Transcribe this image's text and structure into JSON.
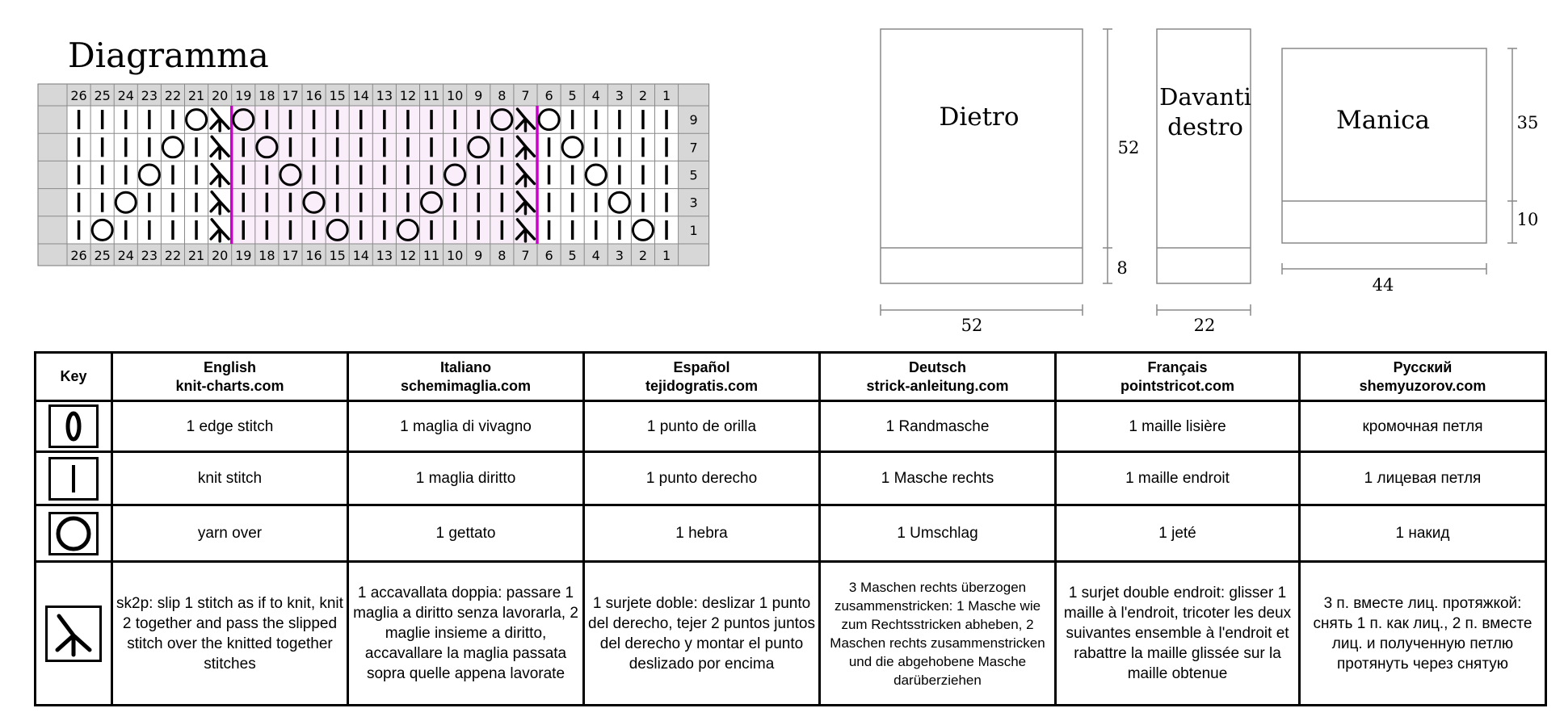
{
  "title": "Diagramma",
  "chart": {
    "columns": [
      "26",
      "25",
      "24",
      "23",
      "22",
      "21",
      "20",
      "19",
      "18",
      "17",
      "16",
      "15",
      "14",
      "13",
      "12",
      "11",
      "10",
      "9",
      "8",
      "7",
      "6",
      "5",
      "4",
      "3",
      "2",
      "1"
    ],
    "row_numbers": [
      "9",
      "7",
      "5",
      "3",
      "1"
    ],
    "rows": [
      [
        "k",
        "k",
        "k",
        "k",
        "k",
        "o",
        "d",
        "o",
        "k",
        "k",
        "k",
        "k",
        "k",
        "k",
        "k",
        "k",
        "k",
        "k",
        "o",
        "d",
        "o",
        "k",
        "k",
        "k",
        "k",
        "k"
      ],
      [
        "k",
        "k",
        "k",
        "k",
        "o",
        "k",
        "d",
        "k",
        "o",
        "k",
        "k",
        "k",
        "k",
        "k",
        "k",
        "k",
        "k",
        "o",
        "k",
        "d",
        "k",
        "o",
        "k",
        "k",
        "k",
        "k"
      ],
      [
        "k",
        "k",
        "k",
        "o",
        "k",
        "k",
        "d",
        "k",
        "k",
        "o",
        "k",
        "k",
        "k",
        "k",
        "k",
        "k",
        "o",
        "k",
        "k",
        "d",
        "k",
        "k",
        "o",
        "k",
        "k",
        "k"
      ],
      [
        "k",
        "k",
        "o",
        "k",
        "k",
        "k",
        "d",
        "k",
        "k",
        "k",
        "o",
        "k",
        "k",
        "k",
        "k",
        "o",
        "k",
        "k",
        "k",
        "d",
        "k",
        "k",
        "k",
        "o",
        "k",
        "k"
      ],
      [
        "k",
        "o",
        "k",
        "k",
        "k",
        "k",
        "d",
        "k",
        "k",
        "k",
        "k",
        "o",
        "k",
        "k",
        "o",
        "k",
        "k",
        "k",
        "k",
        "d",
        "k",
        "k",
        "k",
        "k",
        "o",
        "k"
      ]
    ],
    "repeat": {
      "from": "19",
      "to": "7",
      "color": "#cc00cc",
      "fill": "#fbeefb"
    }
  },
  "schematics": {
    "back": {
      "label": "Dietro",
      "width": "52",
      "height": "52",
      "rib": "8"
    },
    "front": {
      "label_line1": "Davanti",
      "label_line2": "destro",
      "width": "22"
    },
    "sleeve": {
      "label": "Manica",
      "width": "44",
      "height": "35",
      "rib": "10"
    }
  },
  "key_table": {
    "header_key": "Key",
    "languages": [
      {
        "name": "English",
        "site": "knit-charts.com"
      },
      {
        "name": "Italiano",
        "site": "schemimaglia.com"
      },
      {
        "name": "Español",
        "site": "tejidogratis.com"
      },
      {
        "name": "Deutsch",
        "site": "strick-anleitung.com"
      },
      {
        "name": "Français",
        "site": "pointstricot.com"
      },
      {
        "name": "Русский",
        "site": "shemyuzorov.com"
      }
    ],
    "rows": [
      {
        "symbol": "edge-stitch",
        "texts": [
          "1 edge stitch",
          "1 maglia di vivagno",
          "1 punto de orilla",
          "1 Randmasche",
          "1 maille lisière",
          "кромочная петля"
        ]
      },
      {
        "symbol": "knit-stitch",
        "texts": [
          "knit stitch",
          "1 maglia diritto",
          "1 punto derecho",
          "1 Masche rechts",
          "1 maille endroit",
          "1 лицевая петля"
        ]
      },
      {
        "symbol": "yarn-over",
        "texts": [
          "yarn over",
          "1 gettato",
          "1 hebra",
          "1 Umschlag",
          "1 jeté",
          "1 накид"
        ]
      },
      {
        "symbol": "sk2p",
        "texts": [
          "sk2p: slip 1 stitch as if to knit, knit 2 together and pass the slipped stitch over the knitted together stitches",
          "1 accavallata doppia: passare 1 maglia a diritto senza lavorarla, 2 maglie insieme a diritto, accavallare la maglia passata sopra quelle appena lavorate",
          "1 surjete doble: deslizar 1 punto del derecho, tejer 2 puntos juntos del derecho y montar el punto deslizado por encima",
          "3 Maschen rechts überzogen zusammenstricken: 1 Masche wie zum Rechtsstricken abheben, 2 Maschen rechts zusammenstricken und die abgehobene Masche darüberziehen",
          "1 surjet double endroit: glisser 1 maille à l'endroit, tricoter les deux suivantes ensemble à l'endroit et rabattre la maille glissée sur la maille obtenue",
          "3 п. вместе лиц. протяжкой: снять 1 п. как лиц., 2 п. вместе лиц. и полученную петлю протянуть через снятую"
        ]
      }
    ]
  }
}
